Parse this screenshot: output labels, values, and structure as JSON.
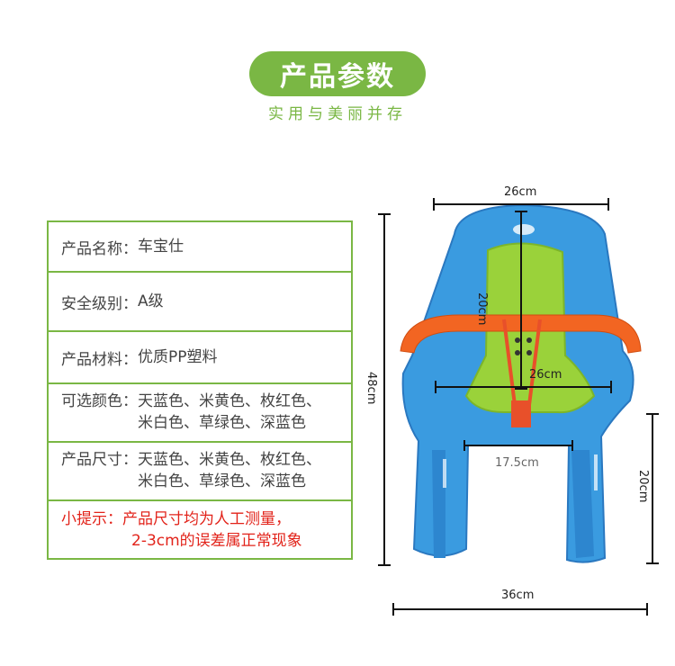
{
  "header": {
    "title": "产品参数",
    "subtitle": "实用与美丽并存"
  },
  "specs": [
    {
      "label": "产品名称：",
      "value": "车宝仕"
    },
    {
      "label": "安全级别：",
      "value": "A级"
    },
    {
      "label": "产品材料：",
      "value": "优质PP塑料"
    },
    {
      "label": "可选颜色：",
      "value_lines": [
        "天蓝色、米黄色、枚红色、",
        "米白色、草绿色、深蓝色"
      ]
    },
    {
      "label": "产品尺寸：",
      "value_lines": [
        "天蓝色、米黄色、枚红色、",
        "米白色、草绿色、深蓝色"
      ]
    }
  ],
  "tip": {
    "line1": "小提示：产品尺寸均为人工测量，",
    "line2": "2-3cm的误差属正常现象"
  },
  "dimensions": {
    "top_width": "26cm",
    "backrest_height": "20cm",
    "inner_width": "26cm",
    "total_height": "48cm",
    "leg_gap": "17.5cm",
    "leg_height": "20cm",
    "base_width": "36cm"
  },
  "colors": {
    "accent_green": "#7ab744",
    "tip_red": "#e2231a",
    "seat_blue": "#3a9be0",
    "pad_green": "#9ad23a",
    "bar_orange": "#f26522"
  }
}
